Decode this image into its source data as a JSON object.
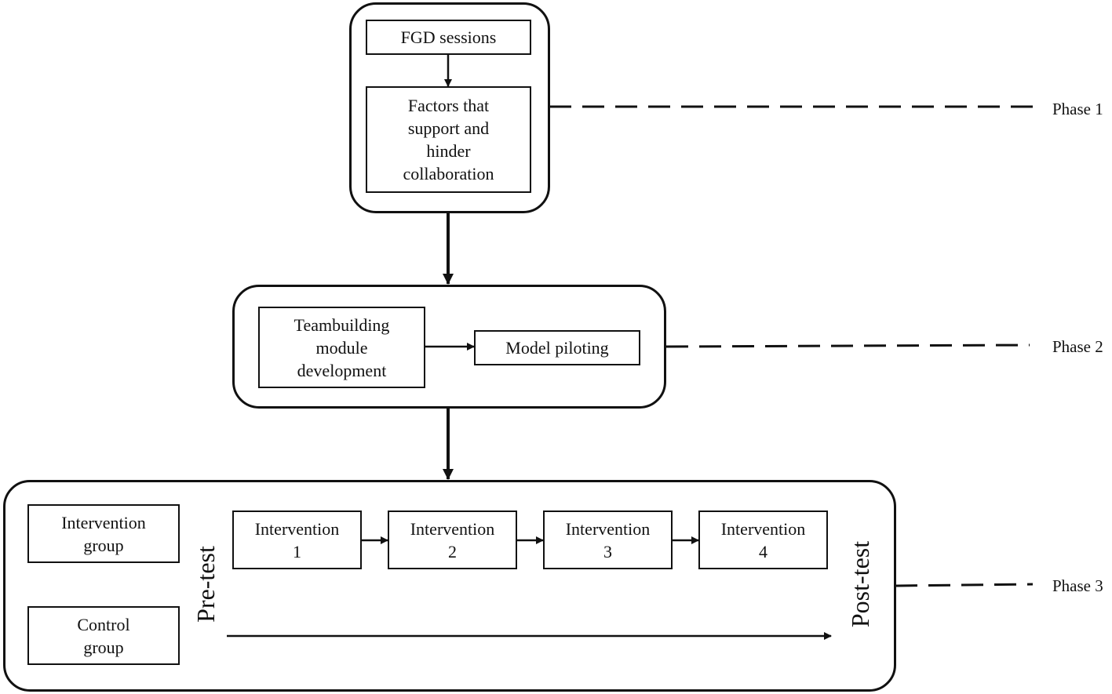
{
  "phase1": {
    "step_fgd": "FGD sessions",
    "step_factors": "Factors that\nsupport and\nhinder\ncollaboration",
    "label": "Phase 1"
  },
  "phase2": {
    "step_module": "Teambuilding\nmodule\ndevelopment",
    "step_piloting": "Model piloting",
    "label": "Phase 2"
  },
  "phase3": {
    "intervention_group": "Intervention\ngroup",
    "control_group": "Control\ngroup",
    "pre_test": "Pre-test",
    "post_test": "Post-test",
    "interventions": [
      "Intervention\n1",
      "Intervention\n2",
      "Intervention\n3",
      "Intervention\n4"
    ],
    "label": "Phase 3"
  }
}
